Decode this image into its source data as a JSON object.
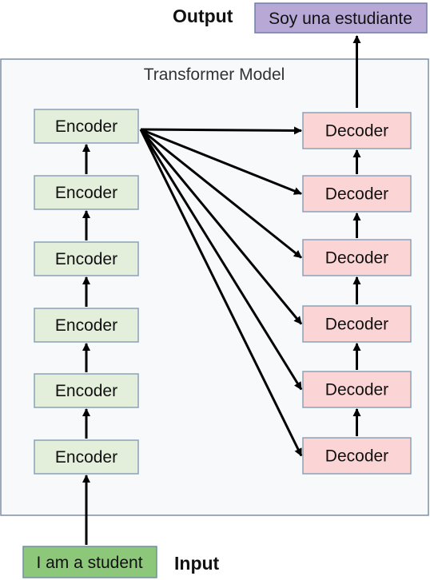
{
  "diagram": {
    "container_title": "Transformer Model",
    "input": {
      "heading": "Input",
      "text": "I am a student"
    },
    "output": {
      "heading": "Output",
      "text": "Soy una estudiante"
    },
    "encoders": [
      "Encoder",
      "Encoder",
      "Encoder",
      "Encoder",
      "Encoder",
      "Encoder"
    ],
    "decoders": [
      "Decoder",
      "Decoder",
      "Decoder",
      "Decoder",
      "Decoder",
      "Decoder"
    ]
  },
  "colors": {
    "container_fill": "#f7f9fb",
    "container_stroke": "#7d8fa3",
    "encoder_fill": "#e3eedb",
    "encoder_stroke": "#8aa2b8",
    "decoder_fill": "#fbd5d5",
    "decoder_stroke": "#8aa2b8",
    "input_fill": "#8cc77a",
    "input_stroke": "#6f8fa8",
    "output_fill": "#b7a8d6",
    "output_stroke": "#6f7fa8",
    "arrow": "#000000"
  }
}
